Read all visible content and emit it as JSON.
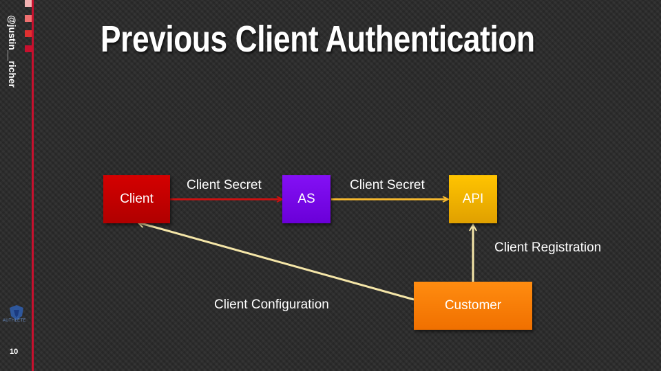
{
  "slide": {
    "title": "Previous Client Authentication",
    "author_handle": "@justin__richer",
    "page_number": "10",
    "logo_text": "AUTHLETE"
  },
  "nodes": {
    "client": {
      "label": "Client",
      "color": "#cc0000"
    },
    "as": {
      "label": "AS",
      "color": "#7a00e8"
    },
    "api": {
      "label": "API",
      "color": "#f0b400"
    },
    "customer": {
      "label": "Customer",
      "color": "#ff8000"
    }
  },
  "edges": {
    "client_to_as": {
      "label": "Client Secret",
      "color": "#cc1111"
    },
    "as_to_api": {
      "label": "Client Secret",
      "color": "#f5b82e"
    },
    "customer_to_api": {
      "label": "Client Registration",
      "color": "#f5e6a8"
    },
    "customer_to_client": {
      "label": "Client Configuration",
      "color": "#f5e6a8"
    }
  },
  "colors": {
    "accent_red": "#c8102e"
  }
}
